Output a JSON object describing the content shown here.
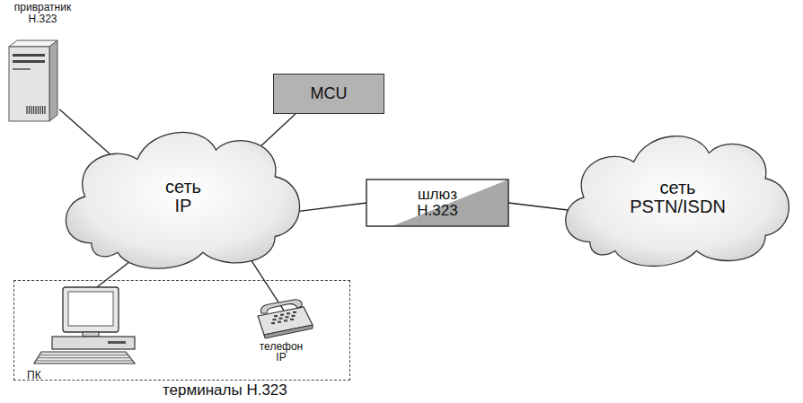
{
  "diagram": {
    "nodes": [
      {
        "text": [
          "привратник H.323"
        ]
      },
      {
        "text": [
          "MCU"
        ]
      },
      {
        "text": [
          "сеть IP"
        ]
      },
      {
        "text": [
          "шлюз H.323"
        ]
      },
      {
        "text": [
          "сеть PSTN/ISDN"
        ]
      },
      {
        "text": [
          "терминалы H.323"
        ]
      },
      {
        "text": [
          "ПК"
        ],
        "in": 5
      },
      {
        "text": [
          "телефон IP"
        ],
        "in": 5
      }
    ],
    "edges": [
      {
        "from": 0,
        "to": 2,
        "arrow": "none"
      },
      {
        "from": 1,
        "to": 2,
        "arrow": "none"
      },
      {
        "from": 2,
        "to": 3,
        "arrow": "none"
      },
      {
        "from": 3,
        "to": 4,
        "arrow": "none"
      },
      {
        "from": 2,
        "to": 6,
        "arrow": "none"
      },
      {
        "from": 2,
        "to": 7,
        "arrow": "none"
      }
    ]
  }
}
